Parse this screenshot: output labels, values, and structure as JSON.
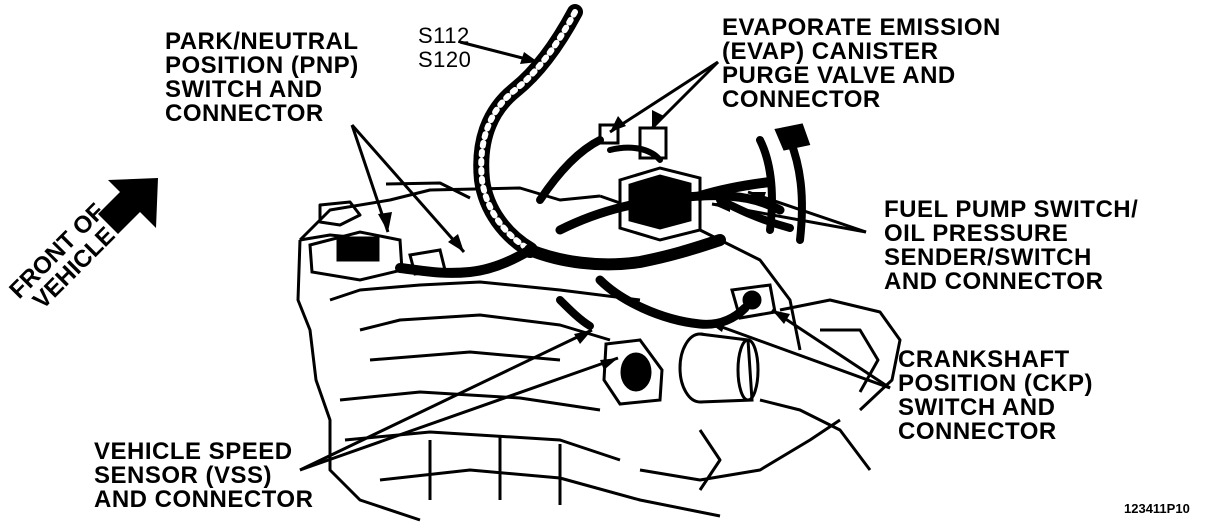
{
  "labels": {
    "pnp": [
      "PARK/NEUTRAL",
      "POSITION (PNP)",
      "SWITCH AND",
      "CONNECTOR"
    ],
    "splices": [
      "S112",
      "S120"
    ],
    "evap": [
      "EVAPORATE EMISSION",
      "(EVAP) CANISTER",
      "PURGE VALVE AND",
      "CONNECTOR"
    ],
    "fuel_pump": [
      "FUEL PUMP SWITCH/",
      "OIL PRESSURE",
      "SENDER/SWITCH",
      "AND CONNECTOR"
    ],
    "ckp": [
      "CRANKSHAFT",
      "POSITION (CKP)",
      "SWITCH AND",
      "CONNECTOR"
    ],
    "vss": [
      "VEHICLE SPEED",
      "SENSOR (VSS)",
      "AND CONNECTOR"
    ],
    "front": [
      "FRONT OF",
      "VEHICLE"
    ],
    "figure_id": "123411P10"
  },
  "colors": {
    "ink": "#000000",
    "paper": "#ffffff"
  }
}
